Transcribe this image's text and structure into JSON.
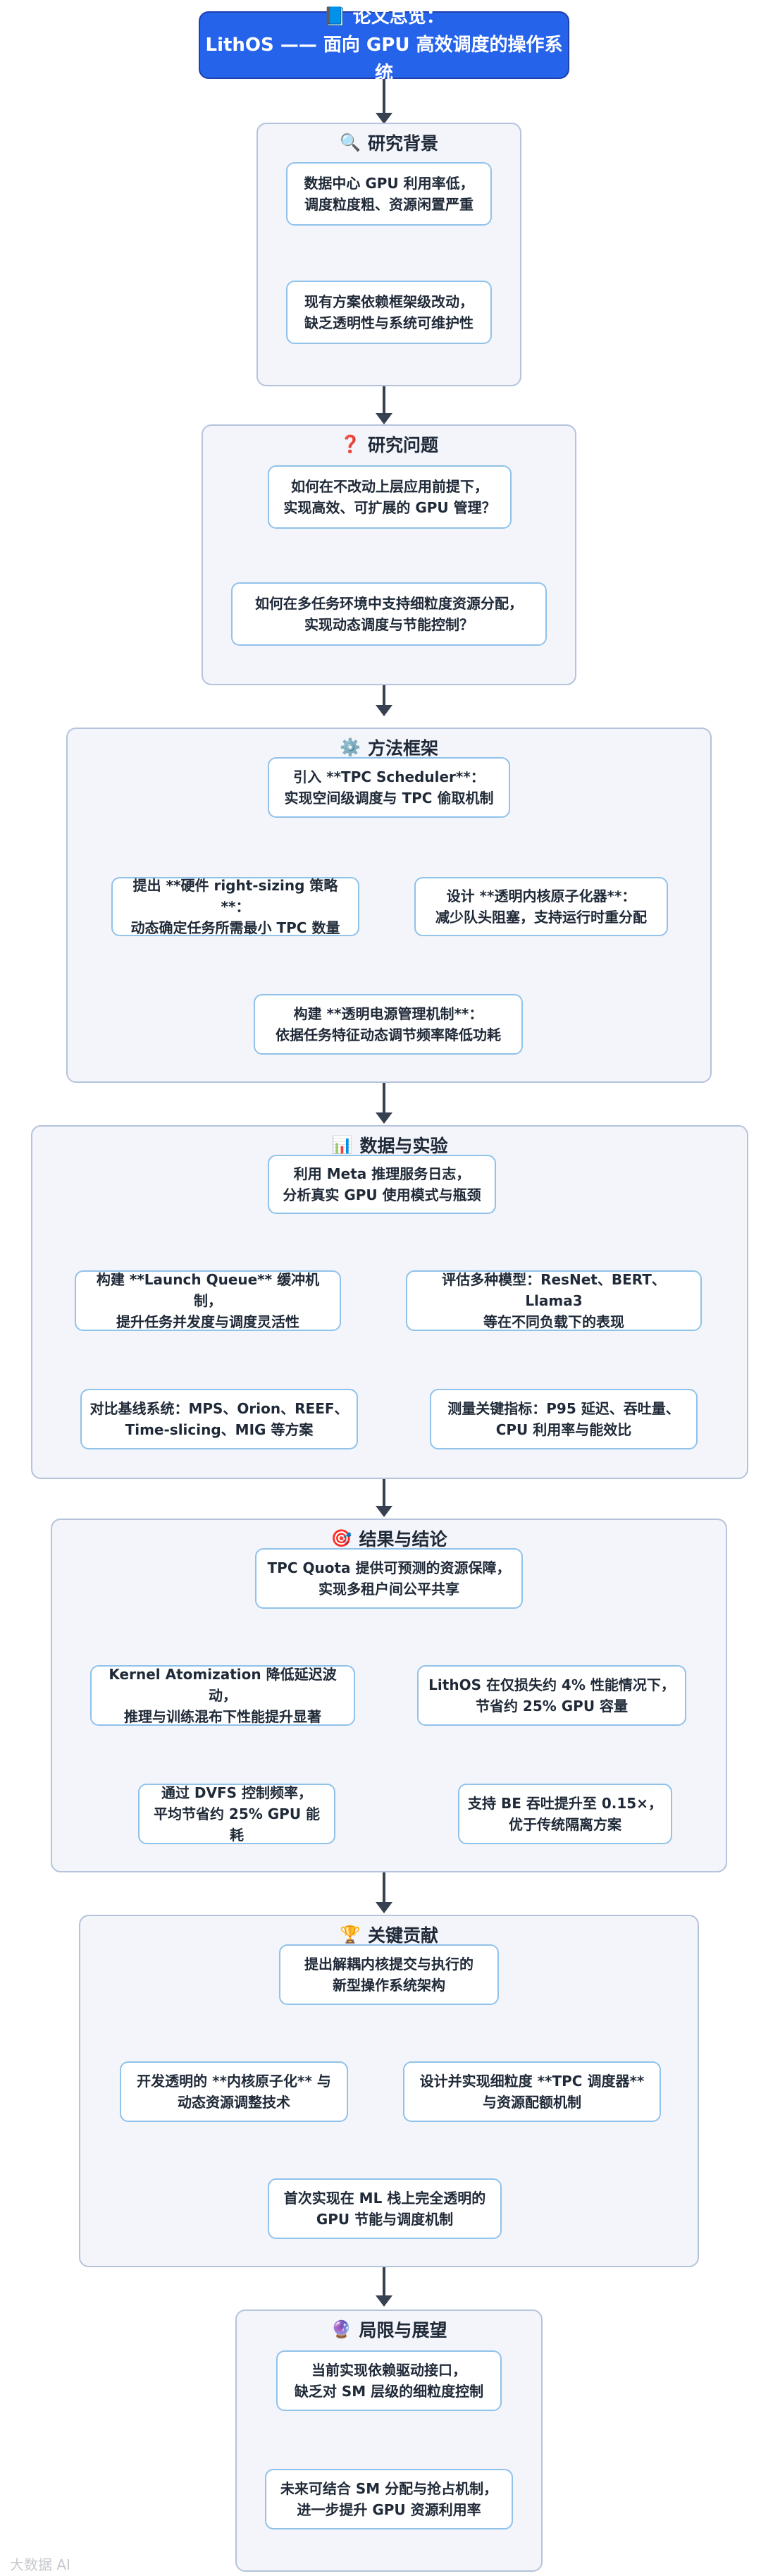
{
  "title": {
    "icon": "📘",
    "line1": "论文总览：",
    "line2": "LithOS —— 面向 GPU 高效调度的操作系统"
  },
  "sections": [
    {
      "icon": "🔍",
      "heading": "研究背景",
      "nodes": [
        "数据中心 GPU 利用率低，\n调度粒度粗、资源闲置严重",
        "现有方案依赖框架级改动，\n缺乏透明性与系统可维护性"
      ]
    },
    {
      "icon": "❓",
      "heading": "研究问题",
      "nodes": [
        "如何在不改动上层应用前提下，\n实现高效、可扩展的 GPU 管理？",
        "如何在多任务环境中支持细粒度资源分配，\n实现动态调度与节能控制？"
      ]
    },
    {
      "icon": "⚙️",
      "heading": "方法框架",
      "nodes": [
        "引入 **TPC Scheduler**：\n实现空间级调度与 TPC 偷取机制",
        "提出 **硬件 right-sizing 策略**：\n动态确定任务所需最小 TPC 数量",
        "设计 **透明内核原子化器**：\n减少队头阻塞，支持运行时重分配",
        "构建 **透明电源管理机制**：\n依据任务特征动态调节频率降低功耗"
      ]
    },
    {
      "icon": "📊",
      "heading": "数据与实验",
      "nodes": [
        "利用 Meta 推理服务日志，\n分析真实 GPU 使用模式与瓶颈",
        "构建 **Launch Queue** 缓冲机制，\n提升任务并发度与调度灵活性",
        "评估多种模型：ResNet、BERT、Llama3\n等在不同负载下的表现",
        "对比基线系统：MPS、Orion、REEF、\nTime-slicing、MIG 等方案",
        "测量关键指标：P95 延迟、吞吐量、\nCPU 利用率与能效比"
      ]
    },
    {
      "icon": "🎯",
      "heading": "结果与结论",
      "nodes": [
        "TPC Quota 提供可预测的资源保障，\n实现多租户间公平共享",
        "Kernel Atomization 降低延迟波动，\n推理与训练混布下性能提升显著",
        "LithOS 在仅损失约 4% 性能情况下，\n节省约 25% GPU 容量",
        "通过 DVFS 控制频率，\n平均节省约 25% GPU 能耗",
        "支持 BE 吞吐提升至 0.15×，\n优于传统隔离方案"
      ]
    },
    {
      "icon": "🏆",
      "heading": "关键贡献",
      "nodes": [
        "提出解耦内核提交与执行的\n新型操作系统架构",
        "开发透明的 **内核原子化** 与\n动态资源调整技术",
        "设计并实现细粒度 **TPC 调度器**\n与资源配额机制",
        "首次实现在 ML 栈上完全透明的\nGPU 节能与调度机制"
      ]
    },
    {
      "icon": "🔮",
      "heading": "局限与展望",
      "nodes": [
        "当前实现依赖驱动接口，\n缺乏对 SM 层级的细粒度控制",
        "未来可结合 SM 分配与抢占机制，\n进一步提升 GPU 资源利用率"
      ]
    }
  ],
  "watermark": "大数据 AI"
}
